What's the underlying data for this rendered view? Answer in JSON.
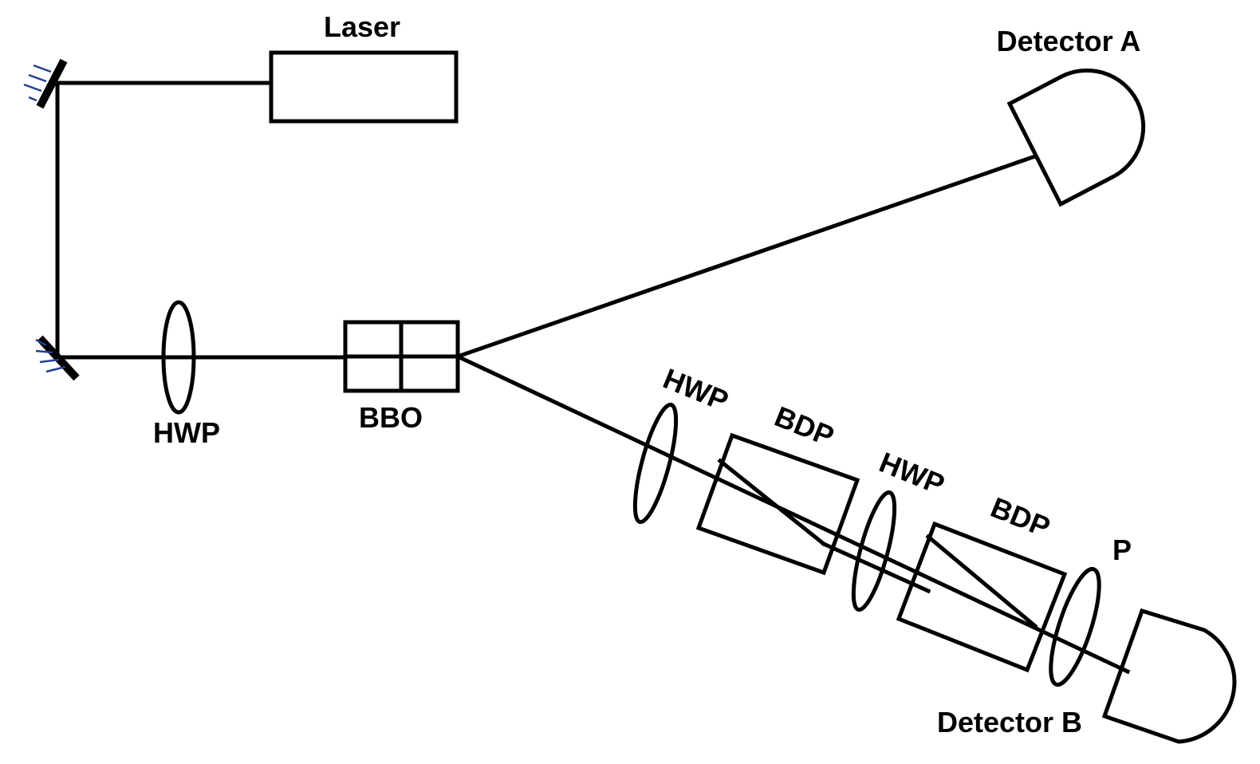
{
  "labels": {
    "laser": "Laser",
    "detector_a": "Detector A",
    "detector_b": "Detector B",
    "hwp_1": "HWP",
    "bbo": "BBO",
    "hwp_2": "HWP",
    "bdp_1": "BDP",
    "hwp_3": "HWP",
    "bdp_2": "BDP",
    "polarizer": "P"
  },
  "colors": {
    "line": "#000000",
    "mirror_hatch": "#1f3f8f",
    "background": "#ffffff"
  }
}
